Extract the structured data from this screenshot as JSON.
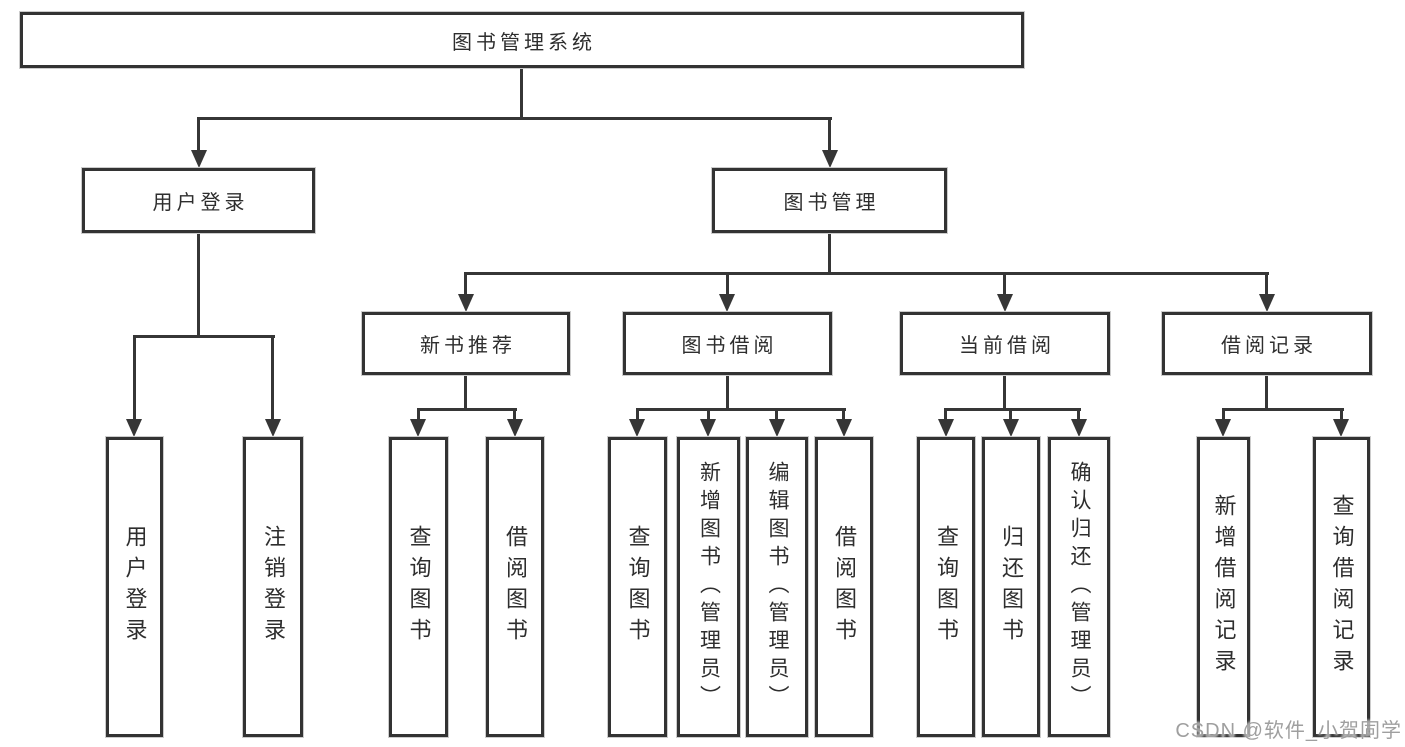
{
  "meta": {
    "background_color": "#ffffff",
    "line_color": "#363636",
    "box_border_color": "#333333",
    "text_color": "#2e2e2e",
    "watermark": {
      "text": "CSDN @软件_小贺同学",
      "color": "#9f9f9f"
    }
  },
  "tree": {
    "root": {
      "label": "图书管理系统"
    },
    "branches": [
      {
        "label": "用户登录",
        "children": [
          {
            "label": "用户登录"
          },
          {
            "label": "注销登录"
          }
        ]
      },
      {
        "label": "图书管理",
        "children": [
          {
            "label": "新书推荐",
            "children": [
              {
                "label": "查询图书"
              },
              {
                "label": "借阅图书"
              }
            ]
          },
          {
            "label": "图书借阅",
            "children": [
              {
                "label": "查询图书"
              },
              {
                "label": "新增图书（管理员）"
              },
              {
                "label": "编辑图书（管理员）"
              },
              {
                "label": "借阅图书"
              }
            ]
          },
          {
            "label": "当前借阅",
            "children": [
              {
                "label": "查询图书"
              },
              {
                "label": "归还图书"
              },
              {
                "label": "确认归还（管理员）"
              }
            ]
          },
          {
            "label": "借阅记录",
            "children": [
              {
                "label": "新增借阅记录"
              },
              {
                "label": "查询借阅记录"
              }
            ]
          }
        ]
      }
    ]
  }
}
